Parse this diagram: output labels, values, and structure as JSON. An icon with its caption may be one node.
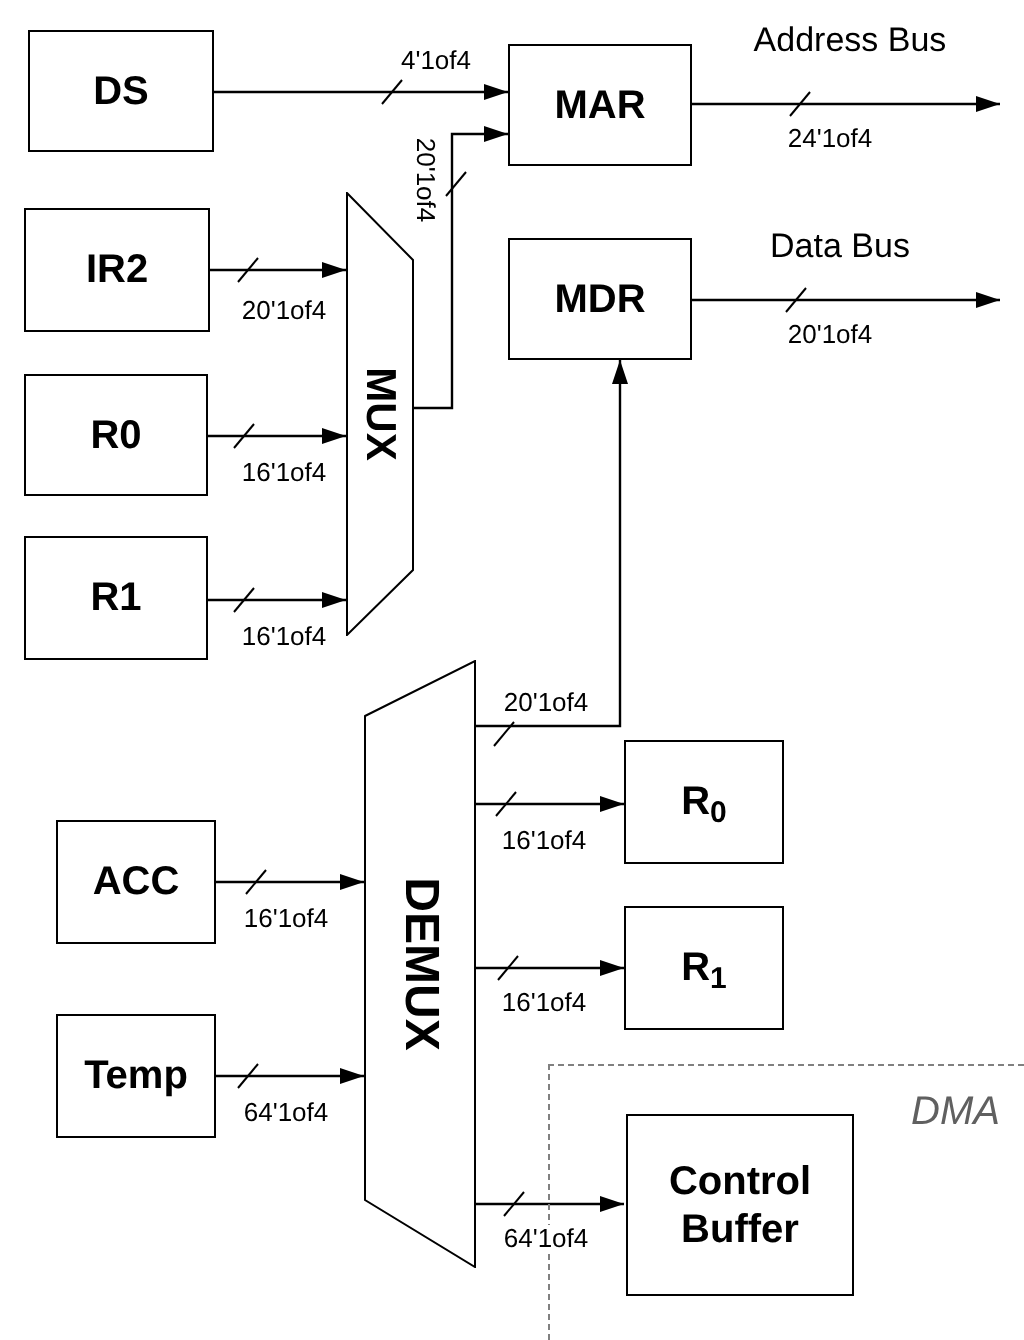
{
  "diagram": {
    "nodes": [
      {
        "text": [
          "DS"
        ]
      },
      {
        "text": [
          "MAR"
        ]
      },
      {
        "text": [
          "IR2"
        ]
      },
      {
        "text": [
          "MUX"
        ]
      },
      {
        "text": [
          "MDR"
        ]
      },
      {
        "text": [
          "R0"
        ]
      },
      {
        "text": [
          "R1"
        ]
      },
      {
        "text": [
          "DEMUX"
        ]
      },
      {
        "text": [
          "R$_{0}$"
        ]
      },
      {
        "text": [
          "ACC"
        ]
      },
      {
        "text": [
          "R$_{1}$"
        ]
      },
      {
        "text": [
          "Temp"
        ]
      },
      {
        "text": [
          "DMA"
        ]
      },
      {
        "text": [
          "Control Buffer"
        ],
        "in": 12
      }
    ],
    "edges": [
      {
        "from": 0,
        "to": 1,
        "arrow": "to",
        "label": "4'1of4"
      },
      {
        "from": 3,
        "to": 1,
        "arrow": "to",
        "label": "20'1of4"
      },
      {
        "from": 2,
        "to": 3,
        "arrow": "to",
        "label": "20'1of4"
      },
      {
        "from": 5,
        "to": 3,
        "arrow": "to",
        "label": "16'1of4"
      },
      {
        "from": 6,
        "to": 3,
        "arrow": "to",
        "label": "16'1of4"
      },
      {
        "from": 1,
        "to": null,
        "arrow": "to",
        "label": "24'1of4"
      },
      {
        "from": 4,
        "to": null,
        "arrow": "to",
        "label": "20'1of4"
      },
      {
        "from": 7,
        "to": 4,
        "arrow": "to",
        "label": "20'1of4"
      },
      {
        "from": 7,
        "to": 8,
        "arrow": "to",
        "label": "16'1of4"
      },
      {
        "from": 7,
        "to": 10,
        "arrow": "to",
        "label": "16'1of4"
      },
      {
        "from": 9,
        "to": 7,
        "arrow": "to",
        "label": "16'1of4"
      },
      {
        "from": 11,
        "to": 7,
        "arrow": "to",
        "label": "64'1of4"
      },
      {
        "from": 7,
        "to": 13,
        "arrow": "to",
        "label": "64'1of4"
      }
    ],
    "labels": [
      "Address Bus",
      "Data Bus"
    ]
  }
}
